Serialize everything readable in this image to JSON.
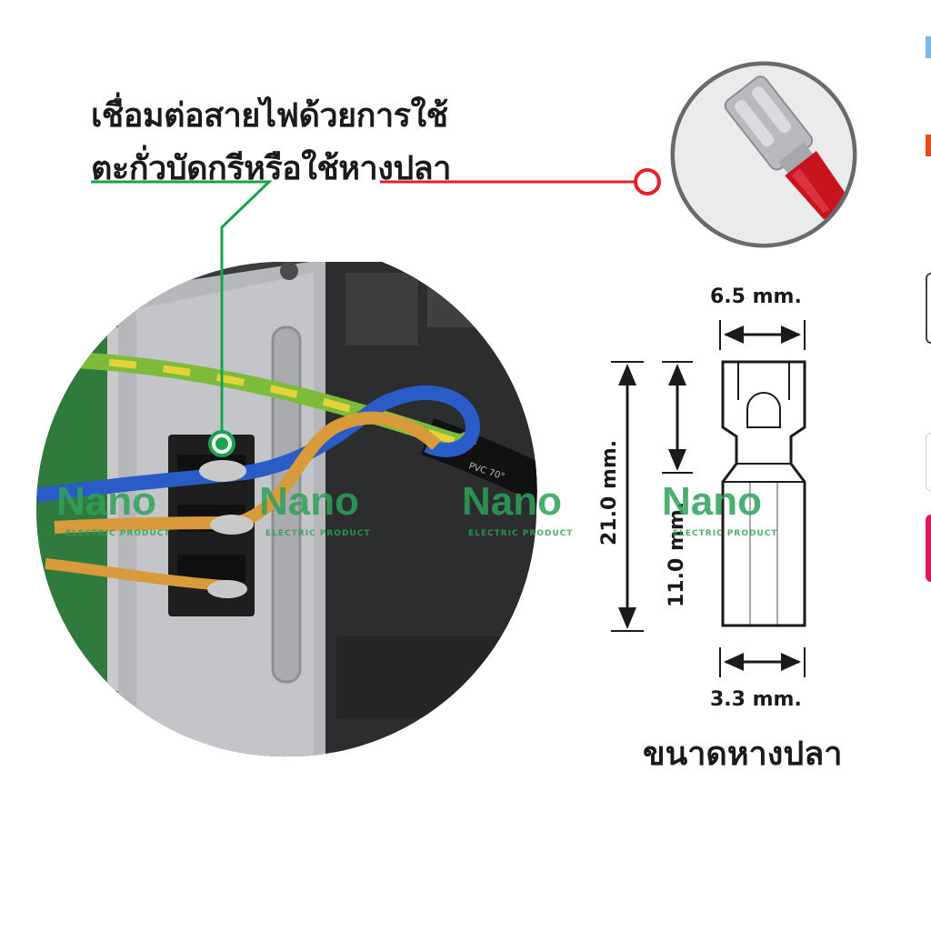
{
  "headline": {
    "line1": "เชื่อมต่อสายไฟด้วยการใช้",
    "line2_a": "ตะกั่วบัดกรีหรือใช้",
    "line2_b": "หางปลา"
  },
  "dimensions": {
    "top_width": "6.5 mm.",
    "bottom_width": "3.3 mm.",
    "total_length": "21.0 mm.",
    "sleeve_length": "11.0 mm."
  },
  "caption": "ขนาดหางปลา",
  "watermark": {
    "brand": "Nano",
    "tagline": "ELECTRIC PRODUCT"
  },
  "photo_labels": {
    "cable_print": "PVC 70°"
  },
  "colors": {
    "accent_green": "#1aa34a",
    "accent_red": "#e8202a",
    "wire_blue": "#2a5cc8",
    "wire_orange": "#e0a040",
    "terminal_red": "#c8141e"
  }
}
